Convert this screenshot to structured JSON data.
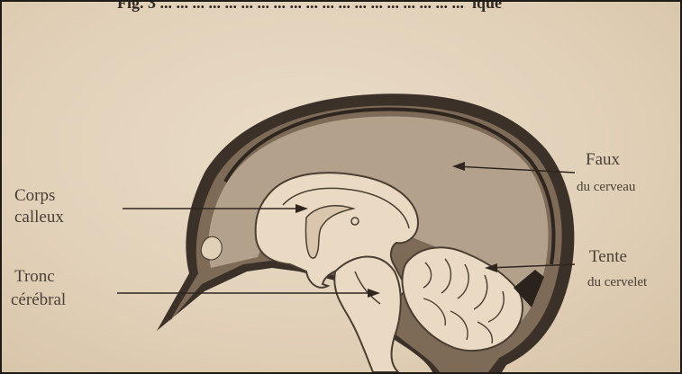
{
  "caption": "Fig. 3 ... ... ... ... ... ... ... ... ... ... ... ... ... ... ... ... ... ... ...  ique",
  "labels": {
    "corps_line1": "Corps",
    "corps_line2": "calleux",
    "tronc_line1": "Tronc",
    "tronc_line2": "cérébral",
    "faux_line1": "Faux",
    "faux_line2": "du cerveau",
    "tente_line1": "Tente",
    "tente_line2": "du cervelet"
  },
  "colors": {
    "background": "#e4d4bc",
    "skull_outline": "#3b3128",
    "dura_fill": "#7d6a57",
    "falx_fill": "#b4a18c",
    "brain_fill": "#ead9c3",
    "text": "#4a4037"
  }
}
